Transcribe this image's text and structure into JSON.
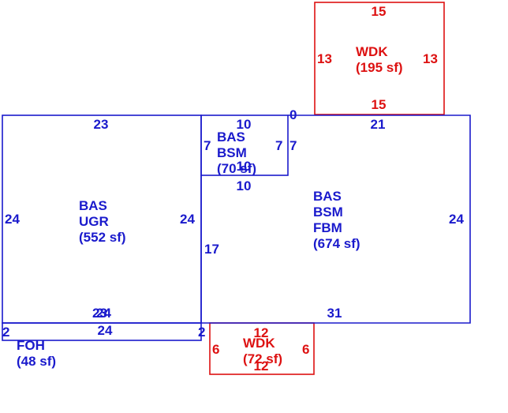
{
  "colors": {
    "blue": "#1a1acc",
    "red": "#dd1111"
  },
  "areas": {
    "ugr": {
      "lines": [
        "BAS",
        "UGR",
        "(552 sf)"
      ],
      "dims": {
        "top": "23",
        "left": "24",
        "right": "24",
        "bottom": "24",
        "bottom_overlap": "23"
      }
    },
    "bsm_small": {
      "lines": [
        "BAS",
        "BSM",
        "(70 sf)"
      ],
      "dims": {
        "top": "10",
        "left": "7",
        "right": "7",
        "bottom": "10",
        "bottom_inner": "10"
      }
    },
    "fbm": {
      "lines": [
        "BAS",
        "BSM",
        "FBM",
        "(674 sf)"
      ],
      "dims": {
        "top": "21",
        "right": "24",
        "bottom": "31",
        "left": "17",
        "left_small": "7",
        "corner": "0"
      }
    },
    "foh": {
      "lines": [
        "FOH",
        "(48 sf)"
      ],
      "dims": {
        "top": "24",
        "left": "2",
        "right": "2"
      }
    },
    "wdk_top": {
      "lines": [
        "WDK",
        "(195 sf)"
      ],
      "dims": {
        "top": "15",
        "left": "13",
        "right": "13",
        "bottom": "15"
      }
    },
    "wdk_bottom": {
      "lines": [
        "WDK",
        "(72 sf)"
      ],
      "dims": {
        "top": "12",
        "left": "6",
        "right": "6",
        "bottom": "12"
      }
    }
  }
}
